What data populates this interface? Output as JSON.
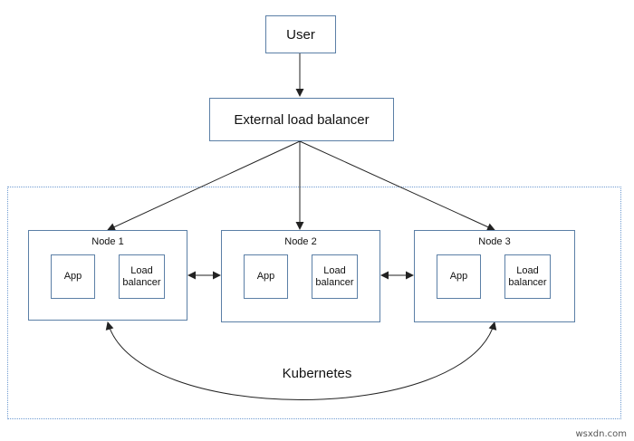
{
  "diagram": {
    "user": "User",
    "external_lb": "External load balancer",
    "cluster_label": "Kubernetes",
    "nodes": [
      {
        "title": "Node 1",
        "app": "App",
        "lb": "Load\nbalancer"
      },
      {
        "title": "Node 2",
        "app": "App",
        "lb": "Load\nbalancer"
      },
      {
        "title": "Node 3",
        "app": "App",
        "lb": "Load\nbalancer"
      }
    ]
  },
  "watermark": "wsxdn.com",
  "colors": {
    "box_border": "#5b7fa6",
    "cluster_border": "#6f9bd1",
    "arrow": "#222222"
  }
}
